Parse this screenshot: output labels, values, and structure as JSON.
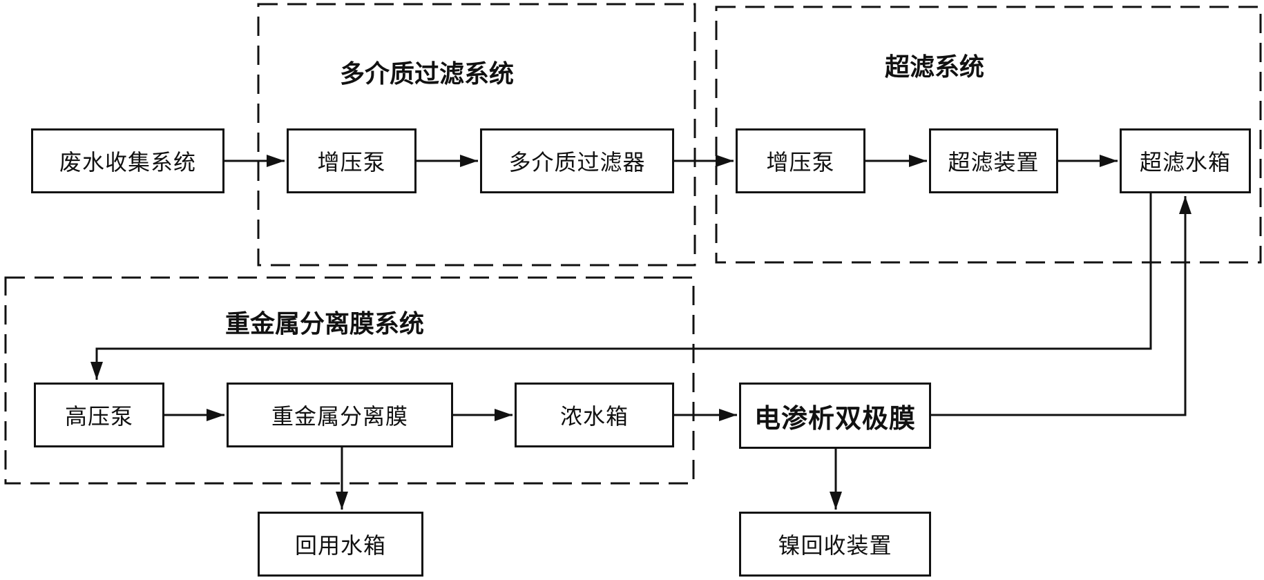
{
  "groups": {
    "multimedia": "多介质过滤系统",
    "ultrafiltration": "超滤系统",
    "heavy_metal": "重金属分离膜系统"
  },
  "nodes": {
    "wastewater_collection": "废水收集系统",
    "booster_pump_1": "增压泵",
    "multimedia_filter": "多介质过滤器",
    "booster_pump_2": "增压泵",
    "uf_device": "超滤装置",
    "uf_tank": "超滤水箱",
    "high_pressure_pump": "高压泵",
    "heavy_metal_membrane": "重金属分离膜",
    "concentrate_tank": "浓水箱",
    "edbm": "电渗析双极膜",
    "reuse_tank": "回用水箱",
    "nickel_recovery": "镍回收装置"
  },
  "colors": {
    "line": "#111111",
    "background": "#ffffff"
  }
}
